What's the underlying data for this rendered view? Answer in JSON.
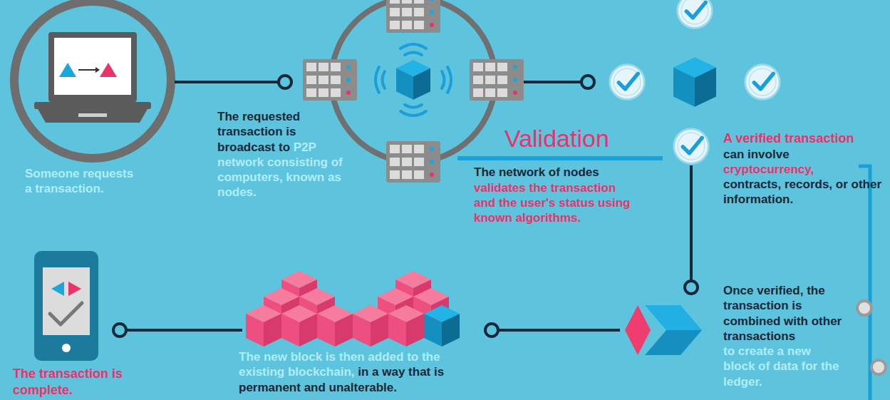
{
  "diagram": {
    "nodes": [
      {
        "text": [
          "Someone requests a transaction."
        ]
      },
      {
        "text": [
          "The requested transaction is broadcast to",
          "P2P network consisting of computers, known as nodes."
        ]
      },
      {
        "text": [
          "Validation",
          "The network of nodes",
          "validates the transaction and the user's status using known algorithms."
        ]
      },
      {
        "text": [
          "A verified transaction",
          "can involve",
          "cryptocurrency,",
          "contracts, records, or other information."
        ]
      },
      {
        "text": [
          "Once verified, the transaction is combined with other transactions",
          "to create a new block of data for the ledger."
        ]
      },
      {
        "text": [
          "The new block is then added to the existing blockchain,",
          "in a way that is permanent and unalterable."
        ]
      },
      {
        "text": [
          "The transaction is complete."
        ]
      }
    ],
    "edges": [
      {
        "from": 0,
        "to": 1,
        "arrow": "none"
      },
      {
        "from": 1,
        "to": 2,
        "arrow": "none"
      },
      {
        "from": 3,
        "to": 4,
        "arrow": "none"
      },
      {
        "from": 4,
        "to": 5,
        "arrow": "none"
      },
      {
        "from": 5,
        "to": 6,
        "arrow": "none"
      }
    ]
  }
}
